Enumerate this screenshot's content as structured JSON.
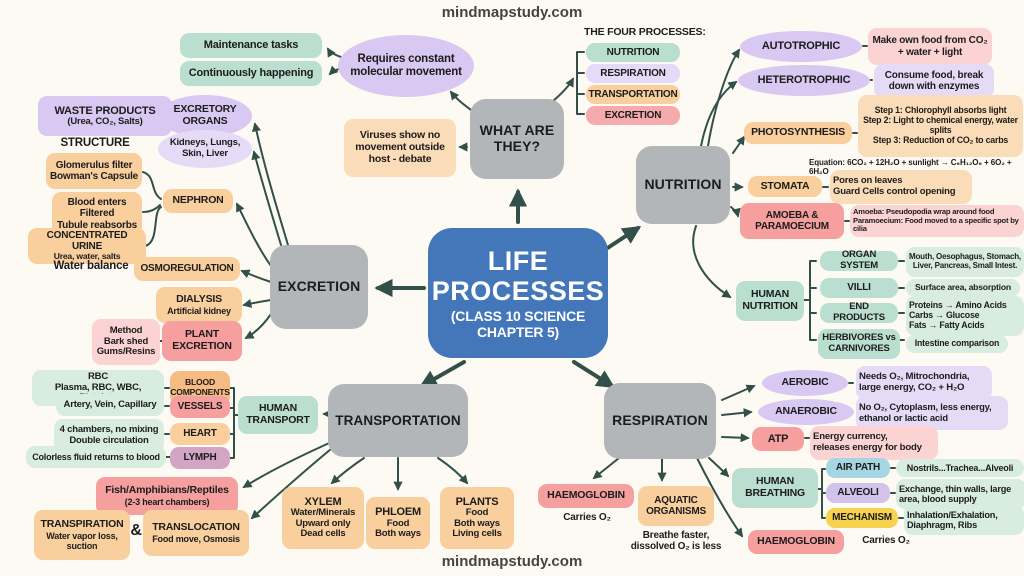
{
  "site": {
    "top": "mindmapstudy.com",
    "bottom": "mindmapstudy.com"
  },
  "colors": {
    "center_blue": "#4377ba",
    "node_gray": "#b3b6b9",
    "teal": "#badfd0",
    "teal_light": "#d8ecdf",
    "lavender": "#d9c8f1",
    "peach": "#f9cf9e",
    "salmon": "#f59f9f",
    "pink_light": "#fbd3d3",
    "mauve": "#d2a5c4",
    "blue": "#a6d6e2",
    "yellow": "#f7d24f",
    "arrow": "#32504a"
  },
  "center": {
    "line1": "LIFE",
    "line2": "PROCESSES",
    "line3": "(CLASS 10 SCIENCE",
    "line4": "CHAPTER 5)"
  },
  "what": {
    "label": "WHAT ARE THEY?",
    "maintenance": "Maintenance tasks",
    "continuous": "Continuously happening",
    "requires": "Requires constant molecular movement",
    "viruses": "Viruses show no movement outside host - debate",
    "processes_title": "THE FOUR PROCESSES:",
    "p1": "NUTRITION",
    "p2": "RESPIRATION",
    "p3": "TRANSPORTATION",
    "p4": "EXCRETION"
  },
  "nutrition": {
    "label": "NUTRITION",
    "autotrophic": "AUTOTROPHIC",
    "autotrophic_d": "Make own food from CO₂ + water + light",
    "heterotrophic": "HETEROTROPHIC",
    "heterotrophic_d": "Consume food, break down with enzymes",
    "photosynthesis": "PHOTOSYNTHESIS",
    "photo_steps": [
      "Step 1: Chlorophyll absorbs light",
      "Step 2: Light to chemical energy, water splits",
      "Step 3: Reduction of CO₂ to carbs"
    ],
    "equation": "Equation: 6CO₂ + 12H₂O + sunlight → C₆H₁₂O₆ + 6O₂ + 6H₂O",
    "stomata": "STOMATA",
    "stomata_d1": "Pores on leaves",
    "stomata_d2": "Guard Cells control opening",
    "amoeba1": "AMOEBA &",
    "amoeba2": "PARAMOECIUM",
    "amoeba_d1": "Amoeba: Pseudopodia wrap around food",
    "amoeba_d2": "Paramoecium: Food moved to a specific spot by cilia",
    "human1": "HUMAN",
    "human2": "NUTRITION",
    "organ": "ORGAN SYSTEM",
    "organ_d": "Mouth, Oesophagus, Stomach, Liver, Pancreas, Small Intest.",
    "villi": "VILLI",
    "villi_d": "Surface area, absorption",
    "end": "END PRODUCTS",
    "end_d1": "Proteins → Amino Acids",
    "end_d2": "Carbs → Glucose",
    "end_d3": "Fats → Fatty Acids",
    "herb1": "HERBIVORES vs",
    "herb2": "CARNIVORES",
    "herb_d": "Intestine comparison"
  },
  "excretion": {
    "label": "EXCRETION",
    "waste1": "WASTE PRODUCTS",
    "waste2": "(Urea, CO₂, Salts)",
    "organs1": "EXCRETORY",
    "organs2": "ORGANS",
    "organs_list1": "Kidneys, Lungs,",
    "organs_list2": "Skin, Liver",
    "structure": "STRUCTURE",
    "glom1": "Glomerulus filter",
    "glom2": "Bowman's Capsule",
    "blood1": "Blood enters",
    "blood2": "Filtered",
    "blood3": "Tubule reabsorbs",
    "nephron": "NEPHRON",
    "urine1": "CONCENTRATED URINE",
    "urine2": "Urea, water, salts",
    "water": "Water balance",
    "osmo": "OSMOREGULATION",
    "dialysis1": "DIALYSIS",
    "dialysis2": "Artificial kidney",
    "method1": "Method",
    "method2": "Bark shed",
    "method3": "Gums/Resins",
    "plant1": "PLANT",
    "plant2": "EXCRETION"
  },
  "transport": {
    "label": "TRANSPORTATION",
    "human1": "HUMAN",
    "human2": "TRANSPORT",
    "rbc1": "RBC",
    "rbc2": "Plasma, RBC, WBC, Platelets",
    "blood_comp1": "BLOOD",
    "blood_comp2": "COMPONENTS",
    "vessels_d": "Artery, Vein, Capillary",
    "vessels": "VESSELS",
    "heart_d1": "4 chambers, no mixing",
    "heart_d2": "Double circulation",
    "heart": "HEART",
    "lymph_d": "Colorless fluid returns to blood",
    "lymph": "LYMPH",
    "fish1": "Fish/Amphibians/Reptiles",
    "fish2": "(2-3 heart chambers)",
    "transpiration": "TRANSPIRATION",
    "transpiration_d1": "Water vapor loss,",
    "transpiration_d2": "suction",
    "amp": "&",
    "translocation": "TRANSLOCATION",
    "translocation_d": "Food move, Osmosis",
    "xylem": "XYLEM",
    "xylem_d1": "Water/Minerals",
    "xylem_d2": "Upward only",
    "xylem_d3": "Dead cells",
    "phloem": "PHLOEM",
    "phloem_d1": "Food",
    "phloem_d2": "Both ways",
    "plants": "PLANTS",
    "plants_d1": "Food",
    "plants_d2": "Both ways",
    "plants_d3": "Living cells"
  },
  "respiration": {
    "label": "RESPIRATION",
    "aerobic": "AEROBIC",
    "aerobic_d1": "Needs O₂, Mitrochondria,",
    "aerobic_d2": "large energy, CO₂ + H₂O",
    "anaerobic": "ANAEROBIC",
    "anaerobic_d1": "No O₂, Cytoplasm, less energy,",
    "anaerobic_d2": "ethanol or lactic acid",
    "atp": "ATP",
    "atp_d1": "Energy currency,",
    "atp_d2": "releases energy for body",
    "breathing1": "HUMAN",
    "breathing2": "BREATHING",
    "airpath": "AIR PATH",
    "airpath_d": "Nostrils...Trachea...Alveoli",
    "alveoli": "ALVEOLI",
    "alveoli_d1": "Exchange, thin walls, large",
    "alveoli_d2": "area, blood supply",
    "mechanism": "MECHANISM",
    "mechanism_d1": "Inhalation/Exhalation,",
    "mechanism_d2": "Diaphragm, Ribs",
    "haemo_r": "HAEMOGLOBIN",
    "haemo_r_d": "Carries O₂",
    "haemo_l": "HAEMOGLOBIN",
    "haemo_l_d": "Carries O₂",
    "aquatic1": "AQUATIC",
    "aquatic2": "ORGANISMS",
    "aquatic_d1": "Breathe faster,",
    "aquatic_d2": "dissolved O₂ is less"
  }
}
